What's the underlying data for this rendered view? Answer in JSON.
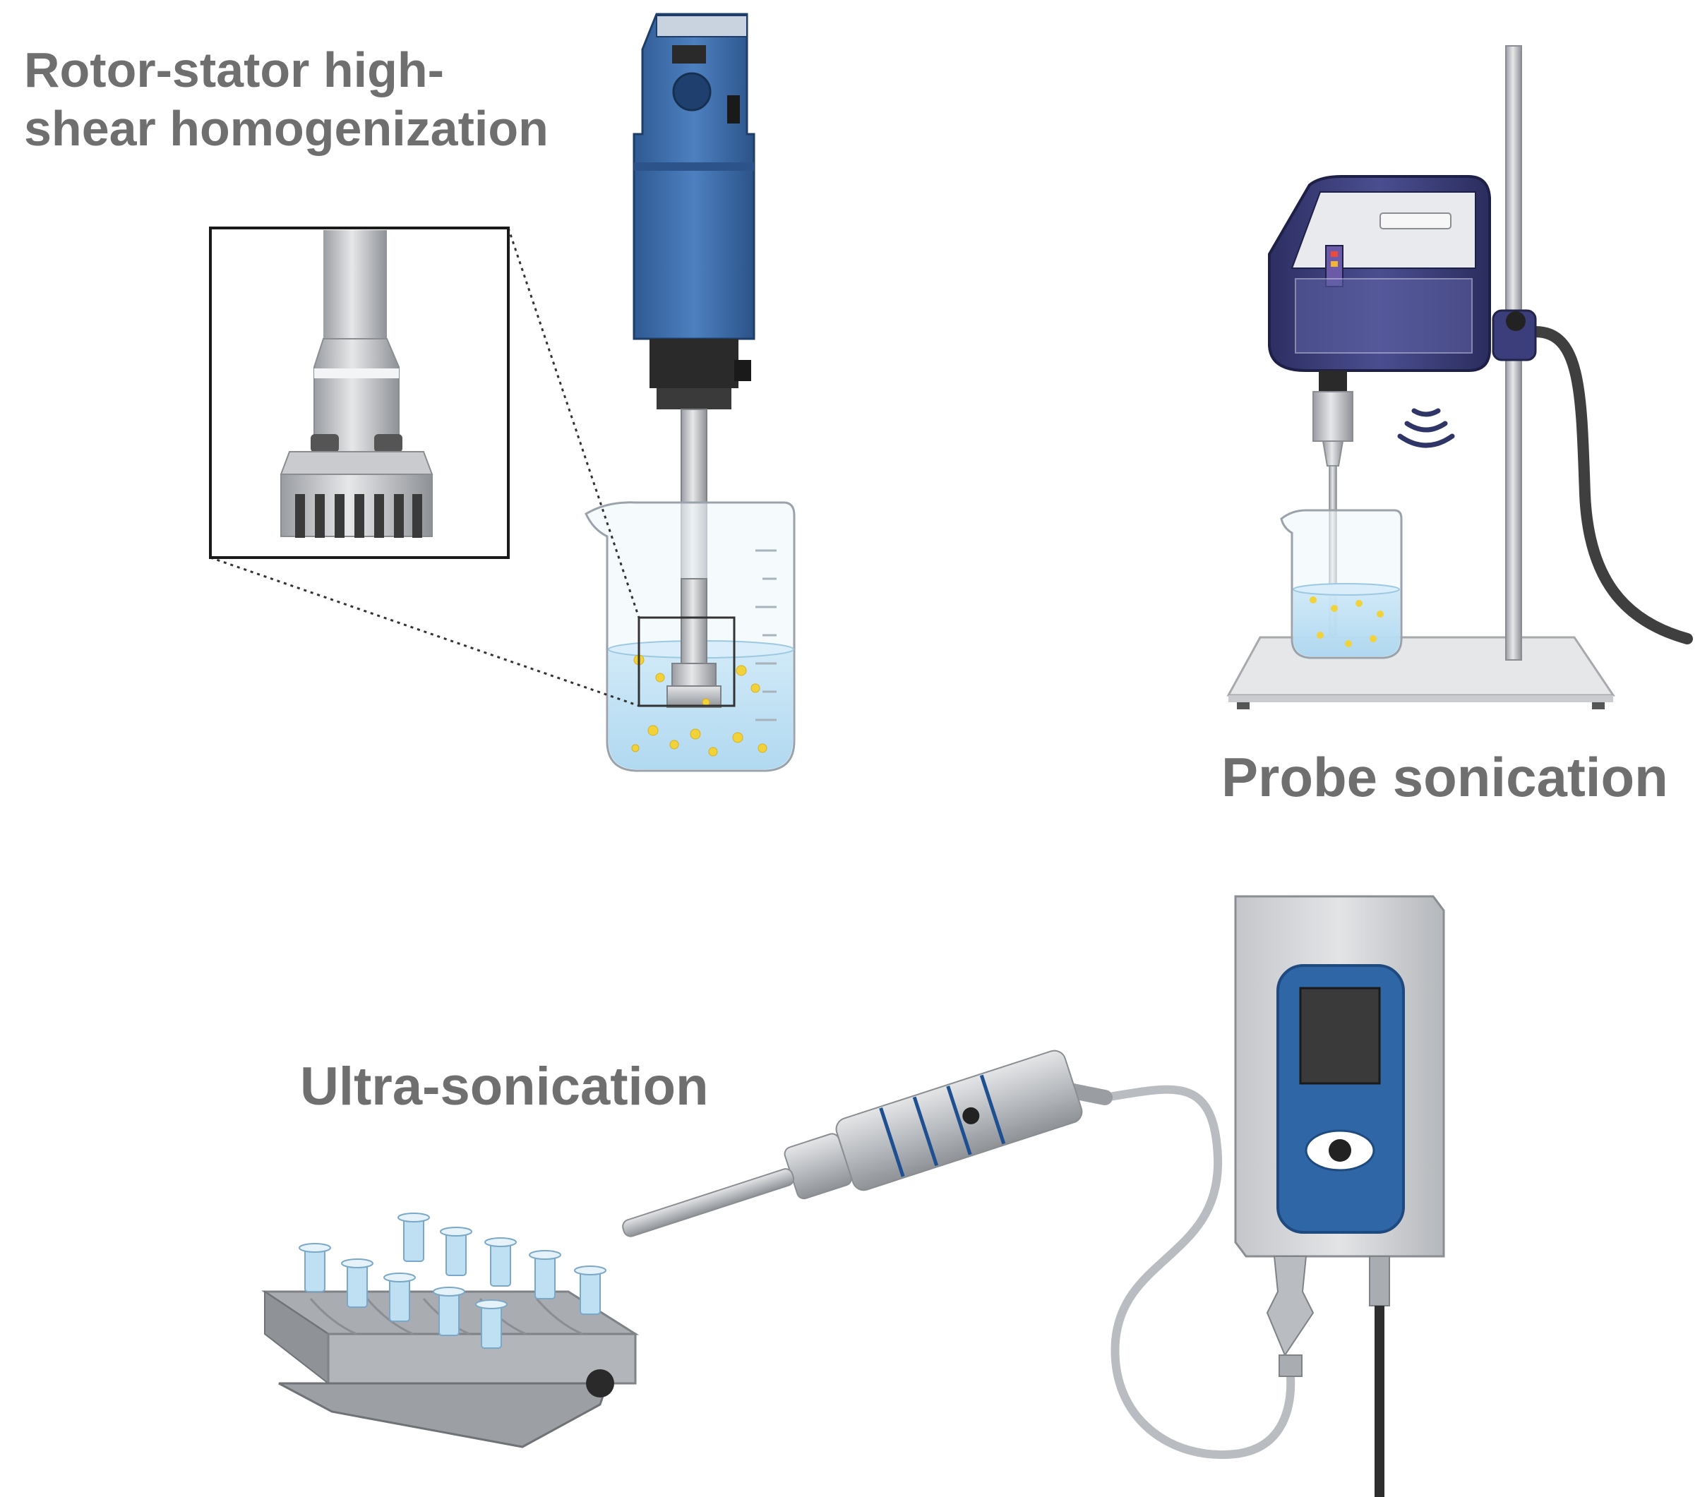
{
  "labels": {
    "rotor_line1": "Rotor-stator high-",
    "rotor_line2": "shear homogenization",
    "probe": "Probe sonication",
    "ultra": "Ultra-sonication"
  },
  "colors": {
    "homogenizer_blue": "#3f6fae",
    "sonicator_purple": "#3a3d78",
    "steel": "#c7c9cc",
    "liquid": "#bfe0f3",
    "particles": "#f2d23a",
    "label_text": "#6f6f6f"
  },
  "icons": [
    "sound-wave-icon",
    "power-button-icon"
  ]
}
